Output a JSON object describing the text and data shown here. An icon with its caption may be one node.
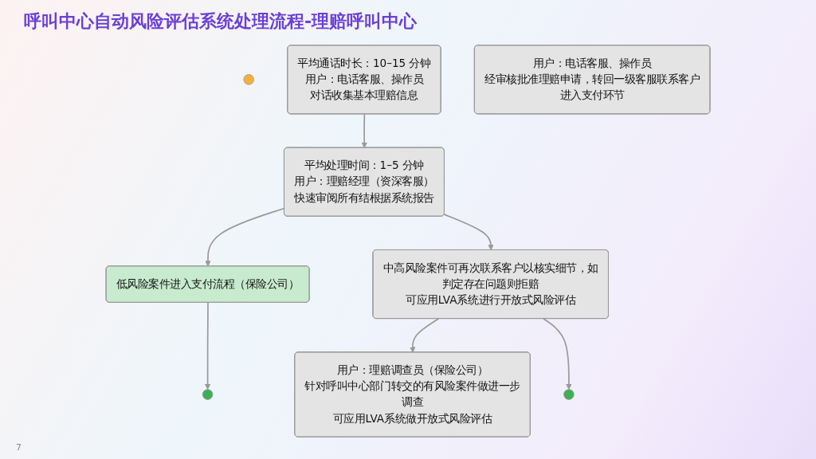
{
  "diagram": {
    "title": "呼叫中心自动风险评估系统处理流程-理赔呼叫中心",
    "nodes": [
      {
        "text": [],
        "shape": "circle"
      },
      {
        "text": [
          "平均通话时长：10–15 分钟",
          "用户：电话客服、操作员",
          "对话收集基本理赔信息"
        ]
      },
      {
        "text": [
          "平均处理时间：1–5 分钟",
          "用户：理赔经理（资深客服）",
          "快速审阅所有结根据系统报告"
        ]
      },
      {
        "text": [
          "低风险案件进入支付流程（保险公司）"
        ]
      },
      {
        "text": [],
        "shape": "circle"
      },
      {
        "text": [
          "中高风险案件可再次联系客户以核实细节，如判定存在问题则拒赔",
          "可应用LVA系统进行开放式风险评估"
        ]
      },
      {
        "text": [
          "用户：理赔调查员（保险公司）",
          "针对呼叫中心部门转交的有风险案件做进一步调查",
          "可应用LVA系统做开放式风险评估"
        ]
      },
      {
        "text": [],
        "shape": "circle"
      },
      {
        "text": [
          "用户：电话客服、操作员",
          "经审核批准理赔申请，转回一级客服联系客户进入支付环节"
        ]
      }
    ],
    "edges": [
      {
        "from": 1,
        "to": 2,
        "arrow": "to"
      },
      {
        "from": 2,
        "to": 3,
        "arrow": "to"
      },
      {
        "from": 3,
        "to": 4,
        "arrow": "to"
      },
      {
        "from": 2,
        "to": 5,
        "arrow": "to"
      },
      {
        "from": 5,
        "to": 6,
        "arrow": "to"
      },
      {
        "from": 5,
        "to": 7,
        "arrow": "to"
      }
    ],
    "labels": [
      "7"
    ]
  }
}
